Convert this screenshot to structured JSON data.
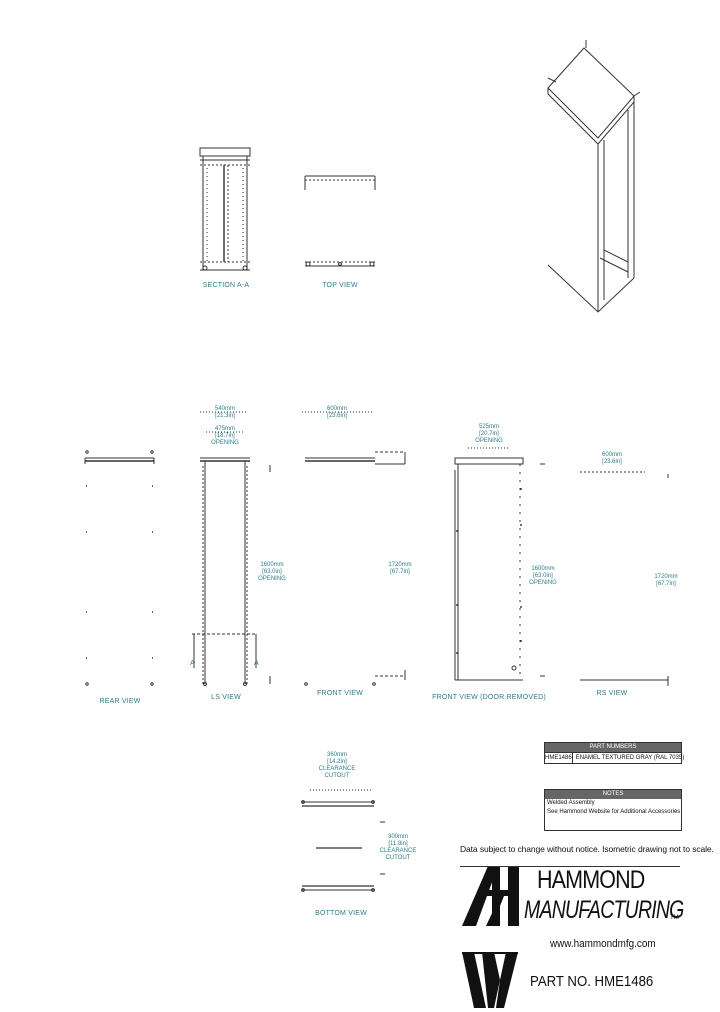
{
  "views": {
    "section_aa": "SECTION A-A",
    "top_view": "TOP VIEW",
    "rear_view": "REAR VIEW",
    "ls_view": "LS VIEW",
    "front_view": "FRONT VIEW",
    "front_view_door_removed": "FRONT VIEW (DOOR REMOVED)",
    "rs_view": "RS VIEW",
    "bottom_view": "BOTTOM VIEW"
  },
  "dimensions": {
    "ls_top": "540mm\n[21.3in]",
    "ls_width": "475mm\n[18.7in]\nOPENING",
    "front_top": "600mm\n[23.6in]",
    "ls_height": "1600mm\n[63.0in]\nOPENING",
    "front_height": "1720mm\n[67.7in]",
    "door_top": "525mm\n[20.7in]\nOPENING",
    "door_height": "1600mm\n[63.0in]\nOPENING",
    "rs_top": "600mm\n[23.6in]",
    "rs_height": "1720mm\n[67.7in]",
    "bottom_top": "360mm\n[14.2in]\nCLEARANCE\nCUTOUT",
    "bottom_side": "300mm\n[11.8in]\nCLEARANCE\nCUTOUT"
  },
  "section_marker": "A",
  "part_numbers": {
    "header": "PART NUMBERS",
    "rows": [
      {
        "part": "HME1486",
        "description": "ENAMEL TEXTURED GRAY (RAL 7035)"
      }
    ]
  },
  "notes": {
    "header": "NOTES",
    "lines": [
      "Welded Assembly",
      "See Hammond Website for Additional Accessories"
    ]
  },
  "disclaimer": "Data subject to change without notice. Isometric drawing not to scale.",
  "brand": {
    "line1": "HAMMOND",
    "line2": "MANUFACTURING",
    "tm": "TM",
    "url": "www.hammondmfg.com"
  },
  "part_no_label": "PART NO. HME1486",
  "colors": {
    "line": "#333333",
    "dimension_text": "#2a7f8a",
    "table_header": "#666666"
  }
}
